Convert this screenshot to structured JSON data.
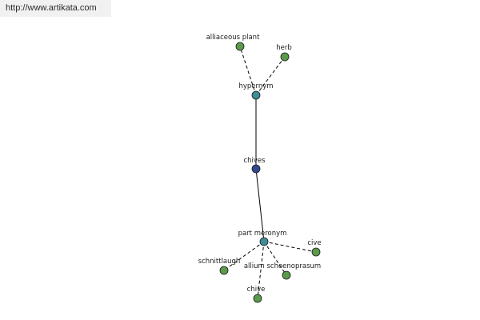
{
  "banner": {
    "url": "http://www.artikata.com"
  },
  "graph": {
    "colors": {
      "leaf": "#5a9a4a",
      "category": "#3f8c99",
      "root": "#2f4a8c",
      "edge": "#000000",
      "node_stroke": "#1a1a1a"
    },
    "nodes": [
      {
        "id": "alliaceous-plant",
        "label": "alliaceous plant",
        "kind": "leaf"
      },
      {
        "id": "herb",
        "label": "herb",
        "kind": "leaf"
      },
      {
        "id": "hypernym",
        "label": "hypernym",
        "kind": "category"
      },
      {
        "id": "chives",
        "label": "chives",
        "kind": "root"
      },
      {
        "id": "part-meronym",
        "label": "part meronym",
        "kind": "category"
      },
      {
        "id": "cive",
        "label": "cive",
        "kind": "leaf"
      },
      {
        "id": "schnittlaugh",
        "label": "schnittlaugh",
        "kind": "leaf"
      },
      {
        "id": "allium-schoenoprasum",
        "label": "allium schoenoprasum",
        "kind": "leaf"
      },
      {
        "id": "chive",
        "label": "chive",
        "kind": "leaf"
      }
    ],
    "edges": [
      {
        "from": "hypernym",
        "to": "alliaceous-plant",
        "style": "dashed"
      },
      {
        "from": "hypernym",
        "to": "herb",
        "style": "dashed"
      },
      {
        "from": "chives",
        "to": "hypernym",
        "style": "solid"
      },
      {
        "from": "chives",
        "to": "part-meronym",
        "style": "solid"
      },
      {
        "from": "part-meronym",
        "to": "cive",
        "style": "dashed"
      },
      {
        "from": "part-meronym",
        "to": "schnittlaugh",
        "style": "dashed"
      },
      {
        "from": "part-meronym",
        "to": "allium-schoenoprasum",
        "style": "dashed"
      },
      {
        "from": "part-meronym",
        "to": "chive",
        "style": "dashed"
      }
    ]
  }
}
